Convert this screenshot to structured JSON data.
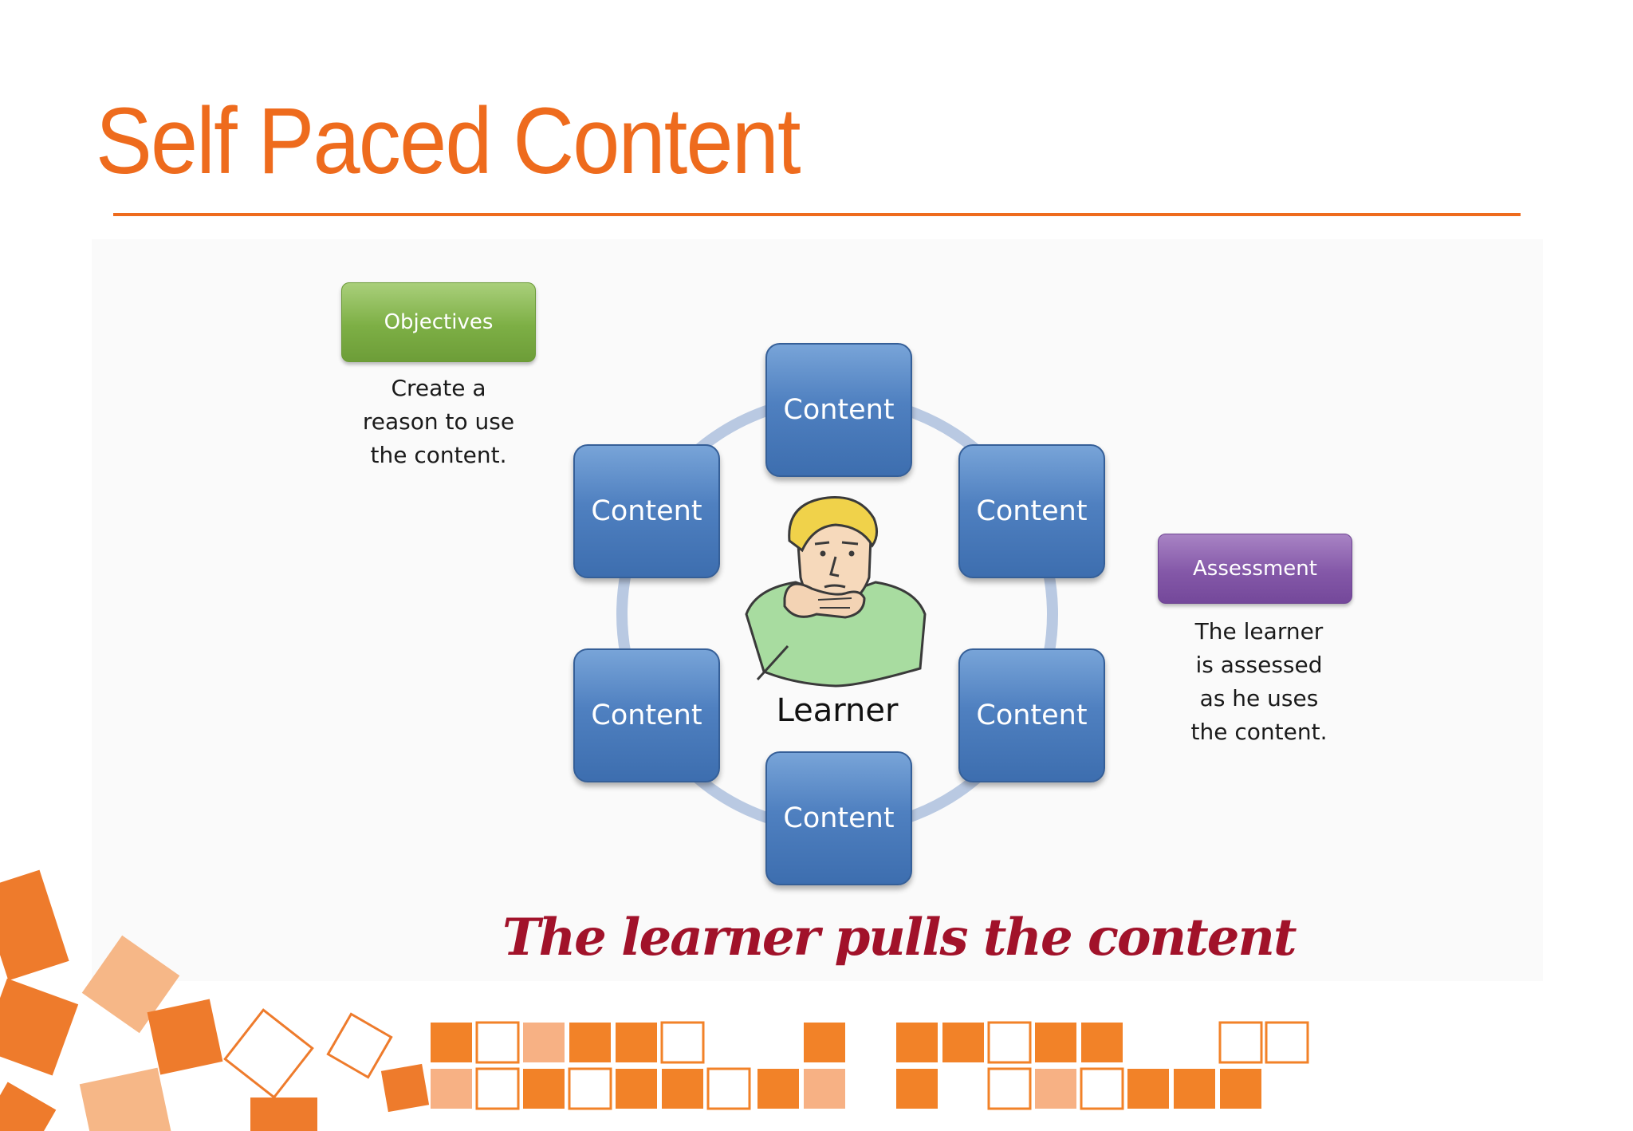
{
  "slide": {
    "title": "Self Paced Content"
  },
  "diagram": {
    "objectives": {
      "label": "Objectives",
      "note": "Create a\nreason to use\nthe content."
    },
    "assessment": {
      "label": "Assessment",
      "note": "The learner\nis assessed\nas he uses\nthe content."
    },
    "content_nodes": [
      "Content",
      "Content",
      "Content",
      "Content",
      "Content",
      "Content"
    ],
    "center_label": "Learner",
    "tagline": "The learner pulls the content"
  },
  "colors": {
    "accent": "#ee6b1d",
    "objectives": "#7daf45",
    "assessment": "#8458a8",
    "content": "#4f80c0",
    "tagline": "#a1122a"
  }
}
